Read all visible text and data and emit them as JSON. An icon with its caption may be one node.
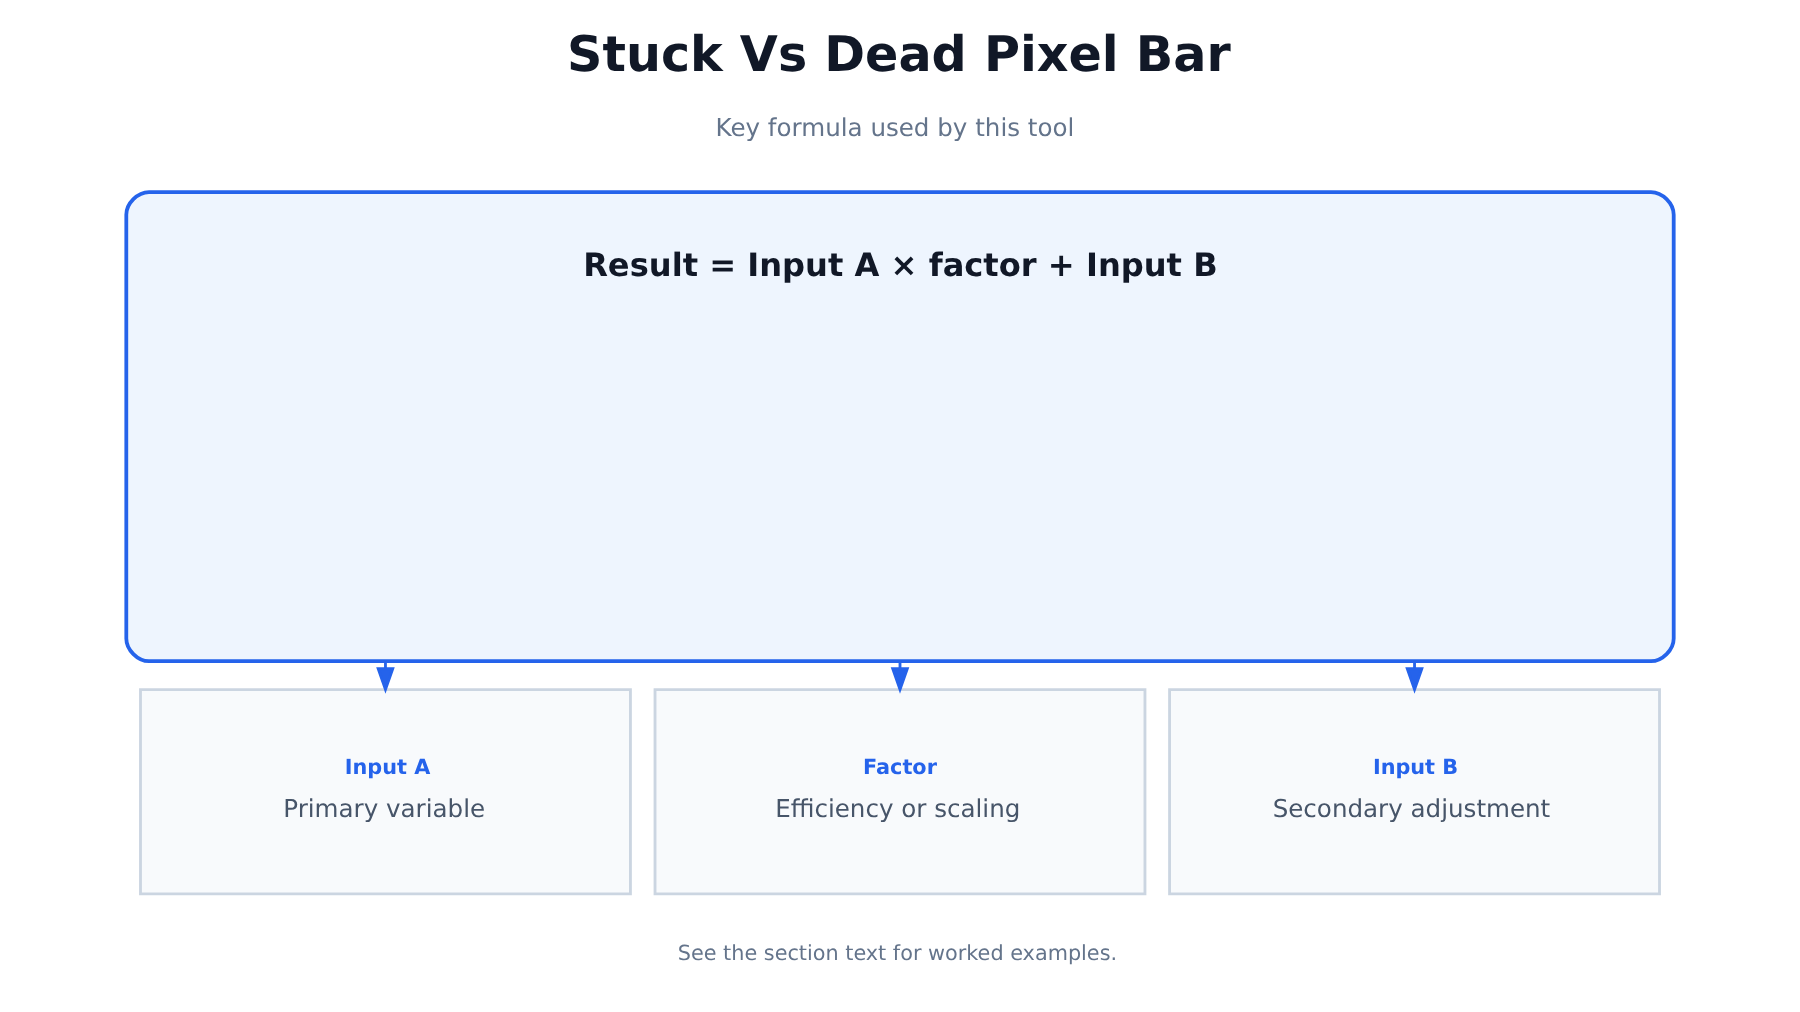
{
  "diagram": {
    "title": "Stuck Vs Dead Pixel Bar",
    "caption": "See the section text for worked examples.",
    "nodes": [
      {
        "text": [
          "Result = Input A × factor + Input B"
        ]
      },
      {
        "text": [
          "Input A",
          "Primary variable"
        ]
      },
      {
        "text": [
          "Factor",
          "Efficiency or scaling"
        ]
      },
      {
        "text": [
          "Input B",
          "Secondary adjustment"
        ]
      }
    ],
    "edges": [
      {
        "from": 0,
        "to": 1,
        "arrow": "to"
      },
      {
        "from": 0,
        "to": 2,
        "arrow": "to"
      },
      {
        "from": 0,
        "to": 3,
        "arrow": "to"
      }
    ],
    "labels": [
      "Key formula used by this tool"
    ]
  }
}
